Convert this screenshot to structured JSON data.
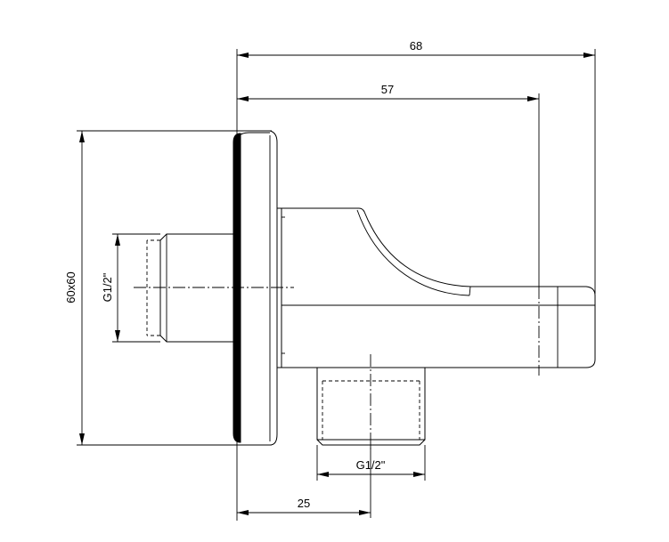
{
  "drawing": {
    "line_color": "#000000",
    "background": "#ffffff",
    "dimensions": {
      "overall_depth": "68",
      "outlet_depth": "57",
      "plate_size": "60x60",
      "inlet_thread": "G1/2\"",
      "outlet_thread": "G1/2\"",
      "outlet_offset": "25"
    }
  }
}
